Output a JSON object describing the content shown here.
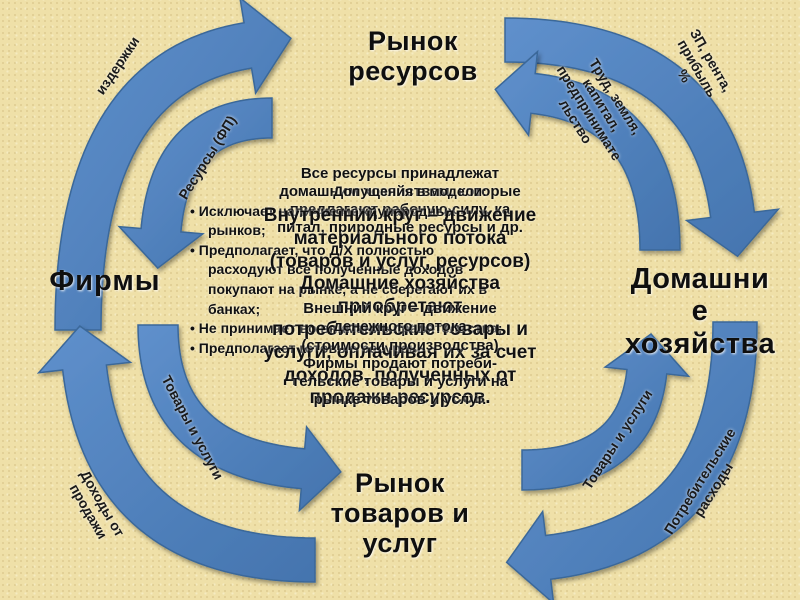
{
  "nodes": {
    "resource_market": [
      "Рынок",
      "ресурсов"
    ],
    "firms": "Фирмы",
    "households": [
      "Домашни",
      "е",
      "хозяйства"
    ],
    "goods_market": [
      "Рынок",
      "товаров и",
      "услуг"
    ]
  },
  "arrow_labels": {
    "costs": "издержки",
    "resources_fp": "Ресурсы (ФП)",
    "wages_rent": [
      "ЗП, рента,",
      "прибыль",
      "%"
    ],
    "labor_land": [
      "Труд, земля,",
      "капитал,",
      "предпринимате",
      "льство"
    ],
    "goods_services_left": "Товары и услуги",
    "sales_income": [
      "Доходы от",
      "продажи"
    ],
    "goods_services_right": "Товары и услуги",
    "consumer_spending": [
      "Потребительские",
      "расходы"
    ]
  },
  "center_layers": [
    [
      "Все ресурсы принадлежат",
      "домашним хозяйствам, которые",
      "предлагают рабочую силу, ка",
      "питал, природные ресурсы и др."
    ],
    [
      "Допущения в модели:",
      "• Исключает наличие международных",
      "рынков;",
      "• Предполагает, что Д/Х полностью",
      "расходуют все полученные доходов",
      "покупают на рынке, а не сберегают их в",
      "банках;",
      "• Не принимает во внимание правительства;",
      "• Предполагает готовые ресурсы."
    ],
    [
      "Внутренний круг – движение",
      "материального потока",
      "(товаров и услуг, ресурсов)",
      "Домашние хозяйства",
      "приобретают",
      "потребительские товары и",
      "услуги, оплачивая их за счет",
      "доходов, полученных от",
      "продажи ресурсов."
    ],
    [
      "Внешний круг – движение",
      "денежного потока",
      "(стоимости производства)",
      "Фирмы продают потреби-",
      "тельские товары и услуги на",
      "рынке товаров и услуг."
    ]
  ],
  "colors": {
    "background": "#efe0a8",
    "arrow_fill": "#4f81bd",
    "arrow_stroke": "#3a6799"
  }
}
